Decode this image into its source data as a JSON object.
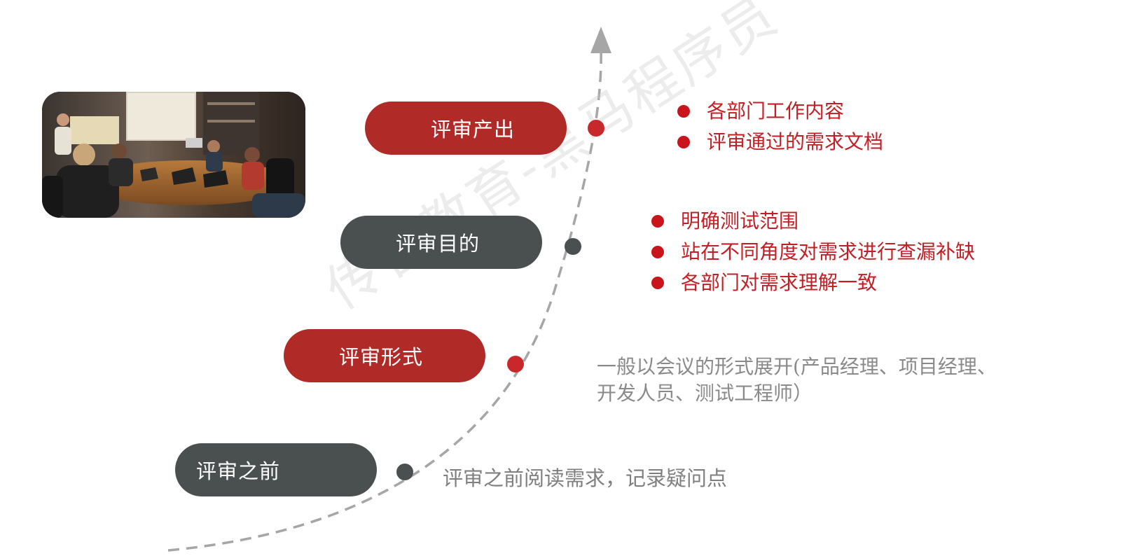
{
  "watermark": "传智教育-黑马程序员",
  "stages": [
    {
      "label": "评审产出"
    },
    {
      "label": "评审目的"
    },
    {
      "label": "评审形式"
    },
    {
      "label": "评审之前"
    }
  ],
  "output_items": [
    "各部门工作内容",
    "评审通过的需求文档"
  ],
  "purpose_items": [
    "明确测试范围",
    "站在不同角度对需求进行查漏补缺",
    "各部门对需求理解一致"
  ],
  "form_text_line1": "一般以会议的形式展开(产品经理、项目经理、",
  "form_text_line2": "开发人员、测试工程师）",
  "before_text": "评审之前阅读需求，记录疑问点",
  "colors": {
    "red": "#b02a27",
    "gray": "#4a4f4f",
    "bullet_red": "#c8141a",
    "curve": "#a6a6a6"
  },
  "photo": {
    "description": "meeting-room-photo"
  }
}
